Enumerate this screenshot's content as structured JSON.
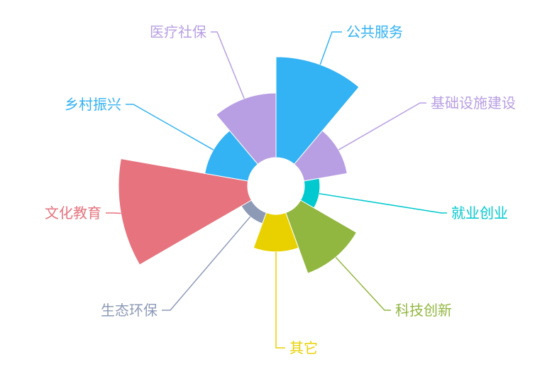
{
  "chart_data": {
    "type": "pie",
    "rose_type": "radius",
    "title": "",
    "categories": [
      "公共服务",
      "基础设施建设",
      "就业创业",
      "科技创新",
      "其它",
      "生态环保",
      "文化教育",
      "乡村振兴",
      "医疗社保"
    ],
    "values": [
      78,
      34,
      12,
      50,
      29,
      9,
      100,
      34,
      50
    ],
    "colors": [
      "#33b2f4",
      "#b89fe3",
      "#00c9cf",
      "#92b740",
      "#e9d100",
      "#8d9ab6",
      "#e6737e",
      "#33b2f4",
      "#b89fe3"
    ]
  }
}
